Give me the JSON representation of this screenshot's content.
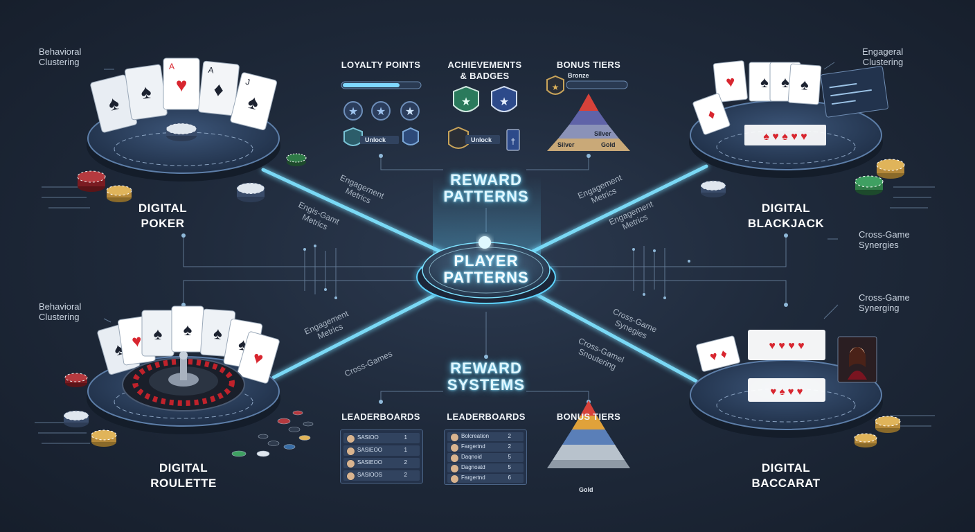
{
  "colors": {
    "background": "#1c2534",
    "glow": "#5fd3ff",
    "panel": "#24324a",
    "card_red": "#d8262f"
  },
  "center": {
    "hub_label": "PLAYER\nPATTERNS"
  },
  "top_center": {
    "title": "REWARD\nPATTERNS"
  },
  "bottom_center": {
    "title": "REWARD\nSYSTEMS"
  },
  "games": {
    "poker": "DIGITAL\nPOKER",
    "blackjack": "DIGITAL\nBLACKJACK",
    "roulette": "DIGITAL\nROULETTE",
    "baccarat": "DIGITAL\nBACCARAT"
  },
  "corner_labels": {
    "top_left": "Behavioral\nClustering",
    "top_right": "Engageral\nClustering",
    "mid_left": "Behavioral\nClustering",
    "right_upper": "Cross-Game\nSynergies",
    "right_lower": "Cross-Game\nSynerging"
  },
  "line_labels": {
    "a": "Engagement\nMetrics",
    "b": "Engis-Gamt\nMetrics",
    "c": "Engagement\nMetrics",
    "d": "Engagement\nMetrics",
    "e": "Engagement\nMetrics",
    "f": "Cross-Games",
    "g": "Cross-Game\nSynegies",
    "h": "Cross-Gamel\nSnoutering"
  },
  "reward_top": {
    "loyalty": {
      "heading": "LOYALTY POINTS",
      "unlock": "Unlock"
    },
    "achievements": {
      "heading": "ACHIEVEMENTS\n& BADGES",
      "unlock": "Unlock"
    },
    "bonus": {
      "heading": "BONUS TIERS",
      "tier_top": "Bronze",
      "tier_mid": "Silver",
      "tier_low_left": "Silver",
      "tier_low_right": "Gold"
    }
  },
  "reward_bottom": {
    "leaderboard_1": {
      "heading": "LEADERBOARDS",
      "rows": [
        {
          "name": "SASIOO",
          "rank": "1"
        },
        {
          "name": "SASIEOO",
          "rank": "1"
        },
        {
          "name": "SASIEOO",
          "rank": "2"
        },
        {
          "name": "SASIOOS",
          "rank": "2"
        }
      ]
    },
    "leaderboard_2": {
      "heading": "LEADERBOARDS",
      "rows": [
        {
          "name": "Bolcreation",
          "rank": "2"
        },
        {
          "name": "Fargertnd",
          "rank": "2"
        },
        {
          "name": "Daqnoid",
          "rank": "5"
        },
        {
          "name": "Dagnoatd",
          "rank": "5"
        },
        {
          "name": "Fargertnd",
          "rank": "6"
        }
      ]
    },
    "bonus": {
      "heading": "BONUS TIERS",
      "tier_label": "Gold"
    }
  },
  "icons": [
    "star-badge-icon",
    "shield-badge-icon",
    "pyramid-icon",
    "playing-card-icon",
    "poker-chip-icon",
    "roulette-wheel-icon",
    "dealer-avatar-icon"
  ]
}
